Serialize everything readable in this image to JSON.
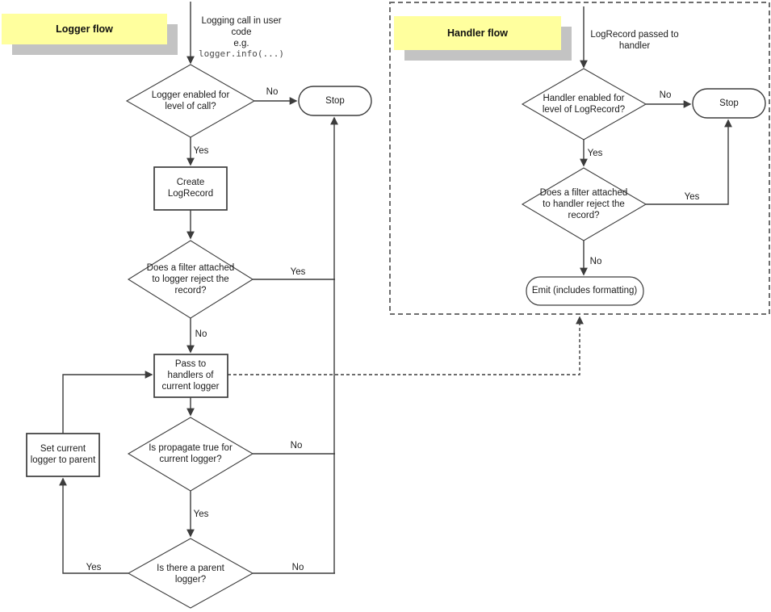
{
  "colors": {
    "highlight_yellow": "#ffff9e",
    "title_shadow_gray": "#c3c3c3",
    "line_color": "#3c3c3c",
    "dashed_box_gray": "#6e6e6e"
  },
  "logger_flow": {
    "title": "Logger flow",
    "entry_note": "Logging call in user\ncode\ne.g.",
    "entry_code": "logger.info(...)",
    "nodes": {
      "enabled_q": "Logger enabled for\nlevel of call?",
      "stop": "Stop",
      "create": "Create\nLogRecord",
      "filter_q": "Does a filter attached\nto logger reject the\nrecord?",
      "pass": "Pass to\nhandlers of\ncurrent logger",
      "propagate_q": "Is propagate true for\ncurrent logger?",
      "parent_q": "Is there a parent\nlogger?",
      "set_parent": "Set current\nlogger to parent"
    },
    "edges": {
      "enabled_no": "No",
      "enabled_yes": "Yes",
      "filter_yes": "Yes",
      "filter_no": "No",
      "propagate_no": "No",
      "propagate_yes": "Yes",
      "parent_yes": "Yes",
      "parent_no": "No"
    }
  },
  "handler_flow": {
    "title": "Handler flow",
    "entry_note": "LogRecord passed to\nhandler",
    "nodes": {
      "enabled_q": "Handler enabled for\nlevel of LogRecord?",
      "stop": "Stop",
      "filter_q": "Does a filter attached\nto handler reject the\nrecord?",
      "emit": "Emit (includes formatting)"
    },
    "edges": {
      "enabled_no": "No",
      "enabled_yes": "Yes",
      "filter_yes": "Yes",
      "filter_no": "No"
    }
  }
}
